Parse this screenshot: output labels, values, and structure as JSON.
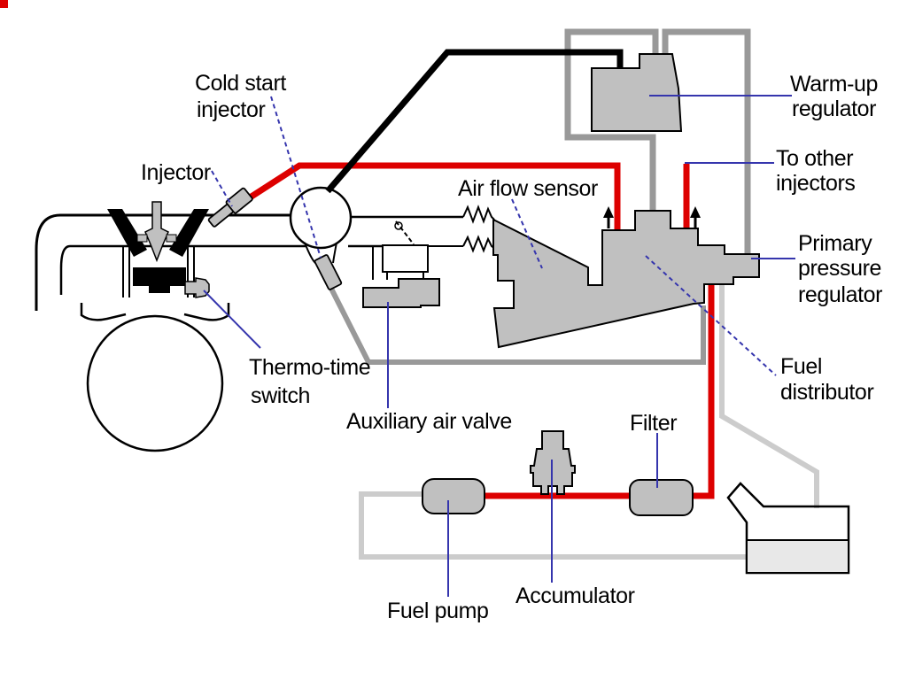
{
  "labels": {
    "cold_start_injector": {
      "line1": "Cold start",
      "line2": "injector"
    },
    "injector": {
      "line1": "Injector"
    },
    "air_flow_sensor": {
      "line1": "Air flow sensor"
    },
    "warm_up_regulator": {
      "line1": "Warm-up",
      "line2": "regulator"
    },
    "to_other_injectors": {
      "line1": "To other",
      "line2": "injectors"
    },
    "primary_pressure_regulator": {
      "line1": "Primary",
      "line2": "pressure",
      "line3": "regulator"
    },
    "fuel_distributor": {
      "line1": "Fuel",
      "line2": "distributor"
    },
    "thermo_time_switch": {
      "line1": "Thermo-time",
      "line2": "switch"
    },
    "auxiliary_air_valve": {
      "line1": "Auxiliary air valve"
    },
    "filter": {
      "line1": "Filter"
    },
    "accumulator": {
      "line1": "Accumulator"
    },
    "fuel_pump": {
      "line1": "Fuel pump"
    }
  },
  "colors": {
    "fuel_line": "#dd0000",
    "return_line": "#999999",
    "tank_line": "#cccccc",
    "component_fill": "#c0c0c0",
    "component_outline": "#000000",
    "pointer_line": "#3535ad",
    "electric_line": "#000000",
    "background": "#ffffff"
  }
}
